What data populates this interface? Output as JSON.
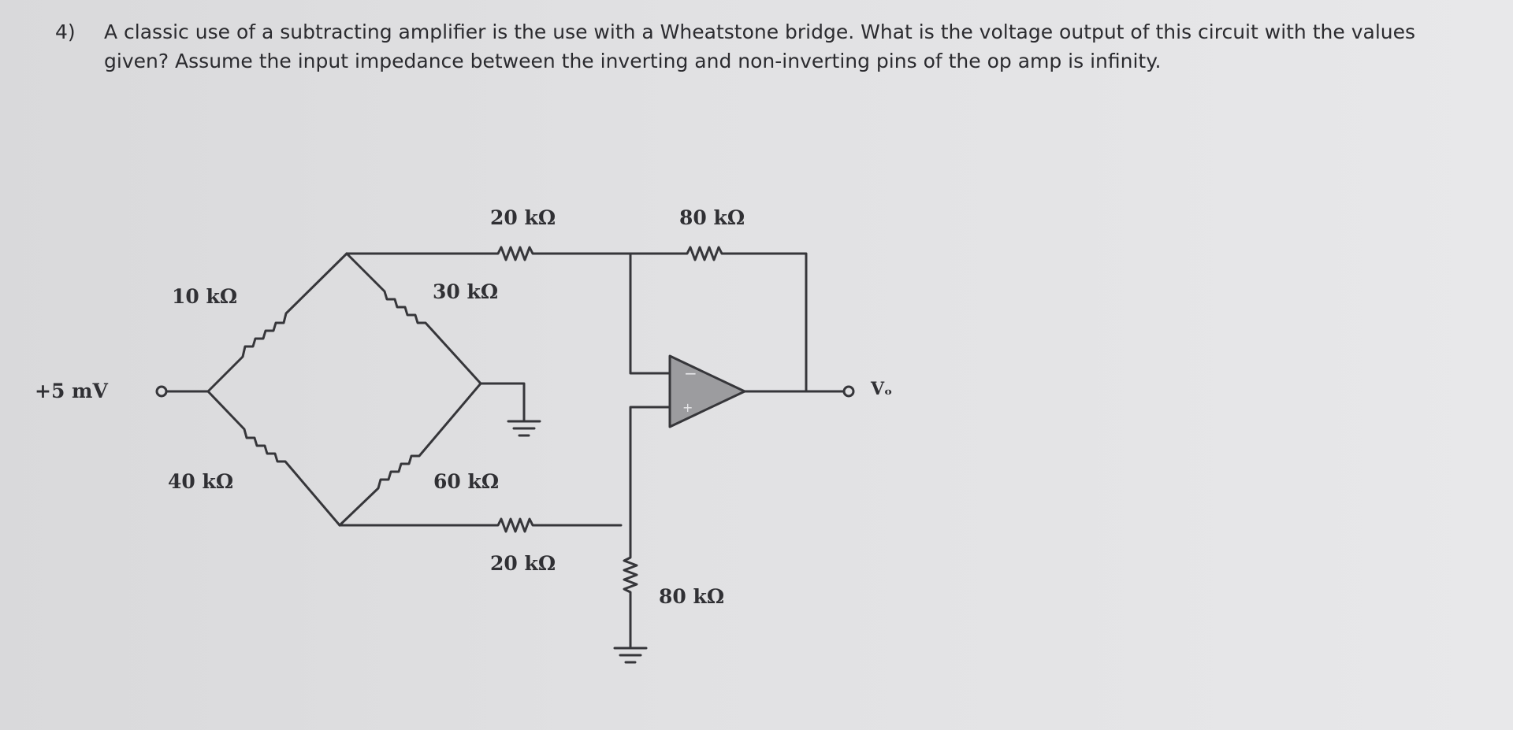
{
  "question": {
    "number": "4)",
    "text": "A classic use of a subtracting amplifier is the use with a Wheatstone bridge. What is the voltage output of this circuit with the values given? Assume the input impedance between the inverting and non-inverting pins of the op amp is infinity."
  },
  "circuit": {
    "source_label": "+5 mV",
    "output_label": "Vₒ",
    "opamp": {
      "inverting": "−",
      "noninverting": "+"
    },
    "resistors": {
      "r_top_left": "10 kΩ",
      "r_top_right": "30 kΩ",
      "r_bottom_left": "40 kΩ",
      "r_bottom_right": "60 kΩ",
      "r_input_top": "20 kΩ",
      "r_feedback": "80 kΩ",
      "r_input_bottom": "20 kΩ",
      "r_ground": "80 kΩ"
    }
  },
  "colors": {
    "ink": "#303034",
    "opamp_fill": "#9c9c9f",
    "paper": "#e1e1e3"
  }
}
